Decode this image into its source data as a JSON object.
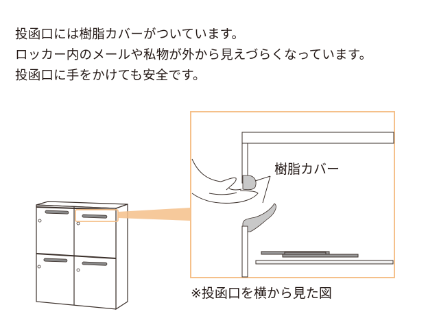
{
  "description_lines": [
    "投函口には樹脂カバーがついています。",
    "ロッカー内のメールや私物が外から見えづらくなっています。",
    "投函口に手をかけても安全です。"
  ],
  "diagram": {
    "cover_label": "樹脂カバー",
    "caption": "※投函口を横から見た図",
    "highlight_color": "#f5c08a",
    "cover_color": "#c8c8c8"
  }
}
